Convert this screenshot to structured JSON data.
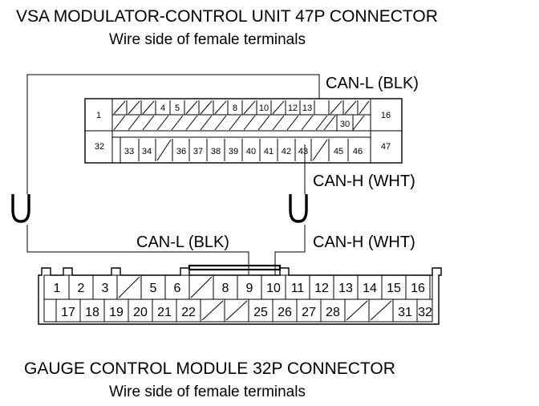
{
  "vsa": {
    "title": "VSA MODULATOR-CONTROL UNIT 47P CONNECTOR",
    "subtitle": "Wire side of female terminals",
    "pins": {
      "p1": "1",
      "p4": "4",
      "p5": "5",
      "p8": "8",
      "p10": "10",
      "p12": "12",
      "p13": "13",
      "p16": "16",
      "p30": "30",
      "p32": "32",
      "p33": "33",
      "p34": "34",
      "p36": "36",
      "p37": "37",
      "p38": "38",
      "p39": "39",
      "p40": "40",
      "p41": "41",
      "p42": "42",
      "p43": "43",
      "p45": "45",
      "p46": "46",
      "p47": "47"
    }
  },
  "gauge": {
    "title": "GAUGE CONTROL MODULE 32P CONNECTOR",
    "subtitle": "Wire side of female terminals",
    "pins": {
      "p1": "1",
      "p2": "2",
      "p3": "3",
      "p5": "5",
      "p6": "6",
      "p8": "8",
      "p9": "9",
      "p10": "10",
      "p11": "11",
      "p12": "12",
      "p13": "13",
      "p14": "14",
      "p15": "15",
      "p16": "16",
      "p17": "17",
      "p18": "18",
      "p19": "19",
      "p20": "20",
      "p21": "21",
      "p22": "22",
      "p25": "25",
      "p26": "26",
      "p27": "27",
      "p28": "28",
      "p31": "31",
      "p32": "32"
    }
  },
  "wires": {
    "can_l_top": "CAN-L (BLK)",
    "can_h_top": "CAN-H (WHT)",
    "can_l_bottom": "CAN-L (BLK)",
    "can_h_bottom": "CAN-H (WHT)"
  }
}
